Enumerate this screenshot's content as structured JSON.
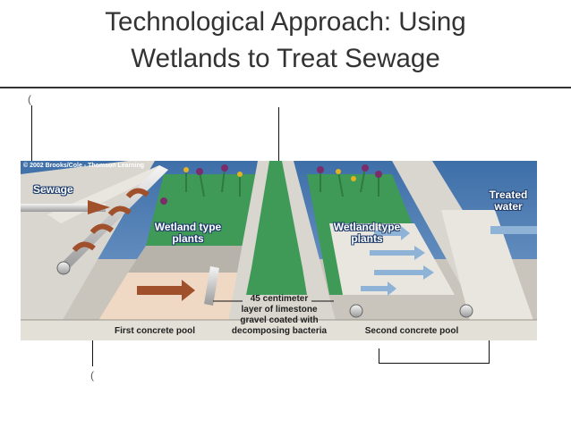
{
  "slide": {
    "title_line1": "Technological Approach:  Using",
    "title_line2": "Wetlands to Treat Sewage",
    "paren_top": "(",
    "paren_bottom": "("
  },
  "figure": {
    "copyright": "© 2002 Brooks/Cole - Thomson Learning",
    "labels": {
      "sewage": "Sewage",
      "treated_water_line1": "Treated",
      "treated_water_line2": "water",
      "wetland_left_line1": "Wetland type",
      "wetland_left_line2": "plants",
      "wetland_right_line1": "Wetland type",
      "wetland_right_line2": "plants",
      "gravel_line1": "45 centimeter",
      "gravel_line2": "layer of limestone",
      "gravel_line3": "gravel coated with",
      "gravel_line4": "decomposing bacteria",
      "first_pool": "First concrete pool",
      "second_pool": "Second concrete pool"
    },
    "colors": {
      "concrete": "#d9d6cf",
      "concrete_shadow": "#b7b3aa",
      "wetland_green": "#3f9a57",
      "pool_floor": "#f0d9c4",
      "arrow_brown": "#a0502a",
      "water_blue": "#8fb3d6",
      "label_blue": "#1f3d6b"
    }
  }
}
